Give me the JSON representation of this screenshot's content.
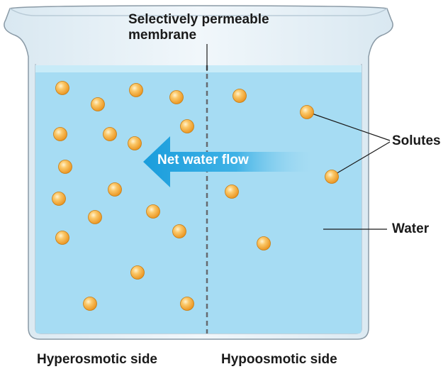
{
  "labels": {
    "membrane_line1": "Selectively permeable",
    "membrane_line2": "membrane",
    "net_water_flow": "Net water flow",
    "solutes": "Solutes",
    "water": "Water",
    "hyperosmotic_side": "Hyperosmotic side",
    "hypoosmotic_side": "Hypoosmotic side"
  },
  "colors": {
    "water": "#a6dcf3",
    "water_surface": "#c8ebf8",
    "beaker_glass": "#e4eff6",
    "beaker_outline": "#8a9aa6",
    "membrane": "#666a70",
    "solute": "#f5a623",
    "solute_highlight": "#fde0a0",
    "solute_edge": "#c97d12",
    "arrow_dark": "#1e9fdc",
    "arrow_light": "#a6dcf3"
  }
}
